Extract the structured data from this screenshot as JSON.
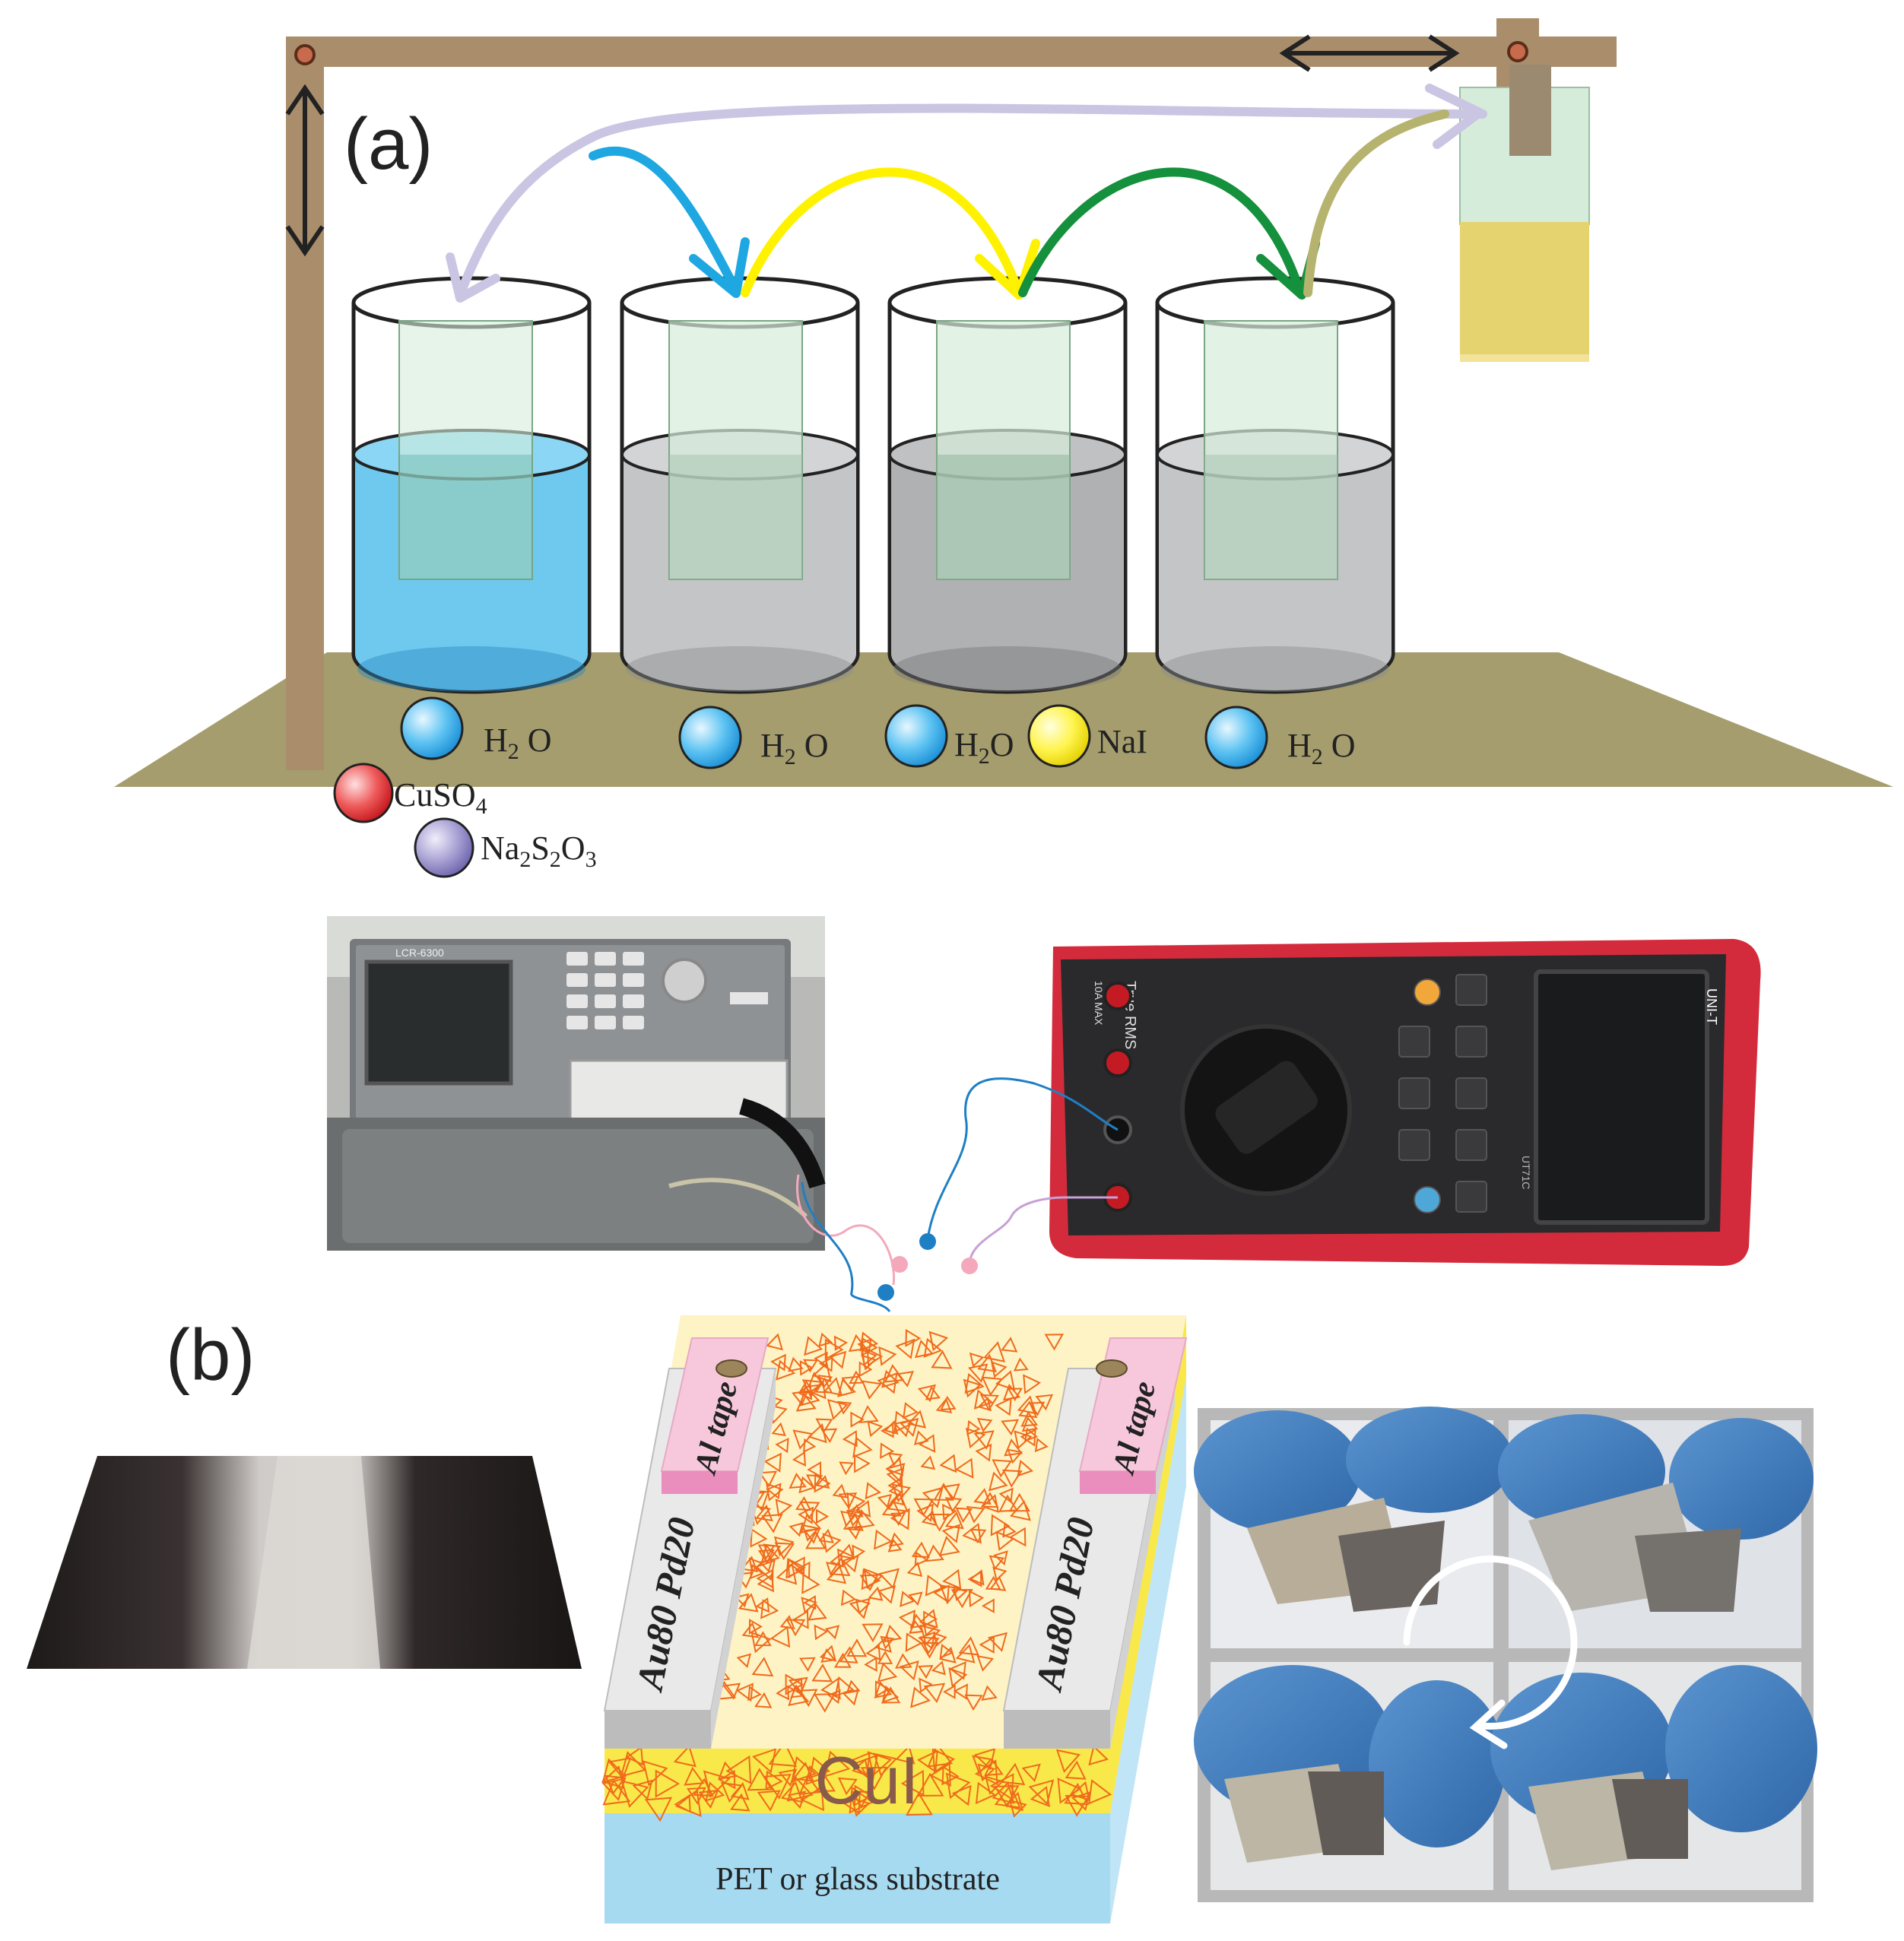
{
  "panel_a": {
    "label": "(a)",
    "beakers": [
      {
        "solution": "H",
        "solution_sub": "2",
        "solution_tail": " O",
        "liquid_color": "#6fc9ee"
      },
      {
        "solution": "H",
        "solution_sub": "2",
        "solution_tail": " O",
        "liquid_color": "#c4c5c6"
      },
      {
        "solution": "H",
        "solution_sub": "2",
        "solution_tail": "O",
        "extra": "NaI",
        "liquid_color": "#b0b1b2"
      },
      {
        "solution": "H",
        "solution_sub": "2",
        "solution_tail": " O",
        "liquid_color": "#c4c5c6"
      }
    ],
    "reagents": {
      "cuso4": {
        "text": "CuSO",
        "sub": "4"
      },
      "na2s2o3": {
        "t1": "Na",
        "s1": "2",
        "t2": "S",
        "s2": "2",
        "t3": "O",
        "s3": "3"
      }
    },
    "arrow_colors": [
      "#c9c5e3",
      "#1ea7e1",
      "#fff200",
      "#15903c",
      "#b5b36e"
    ],
    "colors": {
      "frame": "#aa8e6c",
      "table": "#a59d6d",
      "sample": "#d6ecda",
      "sample_yellow": "#e4d36e"
    }
  },
  "panel_b": {
    "label": "(b)",
    "device": {
      "film_label": "CuI",
      "substrate_label": "PET or glass substrate",
      "electrode_left": "Au80 Pd20",
      "electrode_right": "Au80 Pd20",
      "tape_left": "Al tape",
      "tape_right": "Al tape"
    },
    "instrument_left": {
      "model": "LCR-6300"
    },
    "multimeter": {
      "brand": "UNI-T",
      "model": "UT71C",
      "rms": "True RMS",
      "rate": "10A MAX"
    },
    "colors": {
      "substrate": "#a6daf1",
      "film_yellow": "#f8e84a",
      "film_light": "#fdf3c4",
      "triangle": "#f06a1c",
      "electrode": "#e9e9e9",
      "tape": "#f7c8dc",
      "multimeter_red": "#d32b3b",
      "glove_blue": "#4a86c4"
    }
  }
}
